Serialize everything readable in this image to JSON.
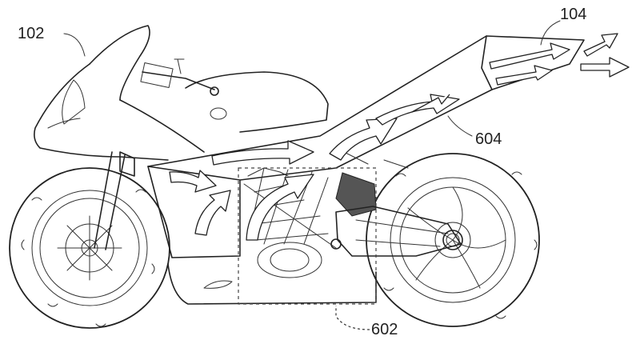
{
  "labels": {
    "ref_102": "102",
    "ref_104": "104",
    "ref_602": "602",
    "ref_604": "604"
  }
}
